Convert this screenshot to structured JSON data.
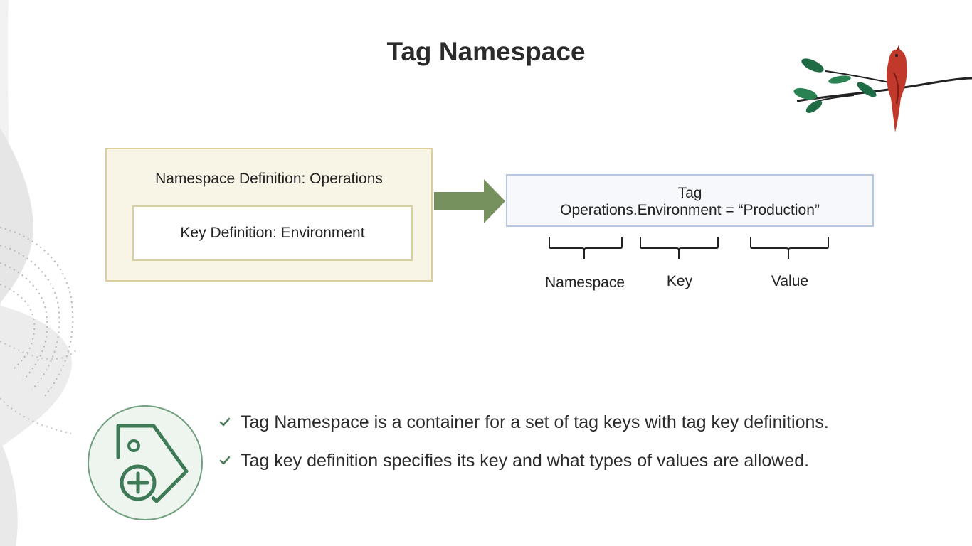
{
  "slide": {
    "title": "Tag Namespace"
  },
  "diagram": {
    "namespace_definition": "Namespace Definition: Operations",
    "key_definition": "Key Definition: Environment",
    "tag_heading": "Tag",
    "tag_expression": "Operations.Environment = “Production”",
    "parts": {
      "namespace": "Namespace",
      "key": "Key",
      "value": "Value"
    }
  },
  "bullets": [
    "Tag Namespace is a container for a set of tag keys with tag key definitions.",
    "Tag key definition specifies its key and what types of values are allowed."
  ],
  "icons": {
    "bullet_icon": "check-icon",
    "feature_icon": "tag-add-icon",
    "decoration": "bird-on-branch-icon"
  },
  "colors": {
    "namespace_fill": "#f8f4e6",
    "namespace_border": "#d9cf9e",
    "tag_border": "#b6c7e6",
    "arrow": "#76905e",
    "icon_green": "#3f7a57"
  }
}
